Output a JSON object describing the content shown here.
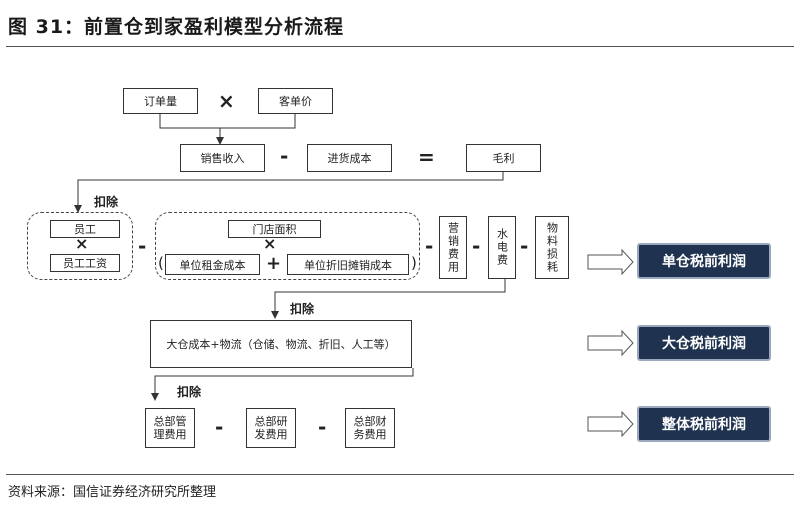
{
  "title": "图 31：前置仓到家盈利模型分析流程",
  "source": "资料来源：国信证券经济研究所整理",
  "row1": {
    "order_qty": "订单量",
    "unit_price": "客单价",
    "times": "×"
  },
  "row2": {
    "sales": "销售收入",
    "minus": "-",
    "cost": "进货成本",
    "equals": "=",
    "gross": "毛利"
  },
  "deduct": "扣除",
  "staff": {
    "worker": "员工",
    "times": "×",
    "wage": "员工工资"
  },
  "store": {
    "area": "门店面积",
    "times": "×",
    "rent": "单位租金成本",
    "plus": "+",
    "depreciation": "单位折旧摊销成本",
    "bracket_l": "(",
    "bracket_r": ")"
  },
  "vertical": {
    "marketing": "营销费用",
    "utilities": "水电费",
    "logistics": "物料损耗"
  },
  "minus": "-",
  "warehouse": "大仓成本+物流（仓储、物流、折旧、人工等）",
  "hq": {
    "mgmt": "总部管理费用",
    "rd": "总部研发费用",
    "fin": "总部财务费用"
  },
  "results": {
    "single": "单仓税前利润",
    "large": "大仓税前利润",
    "overall": "整体税前利润"
  }
}
